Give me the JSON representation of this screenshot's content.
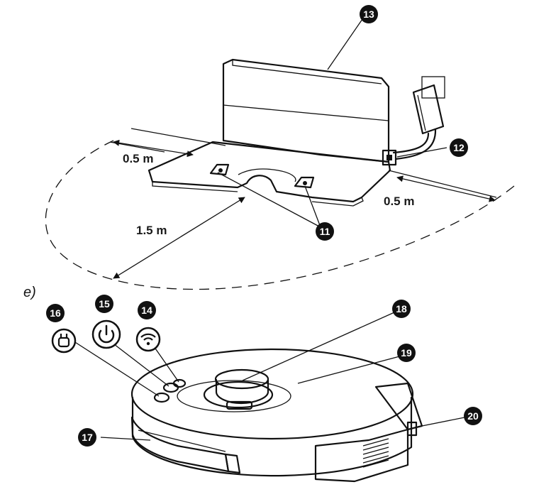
{
  "section_label": "e)",
  "dimensions": {
    "left_clearance": "0.5 m",
    "right_clearance": "0.5 m",
    "front_clearance": "1.5 m"
  },
  "callouts": [
    "11",
    "12",
    "13",
    "14",
    "15",
    "16",
    "17",
    "18",
    "19",
    "20"
  ]
}
